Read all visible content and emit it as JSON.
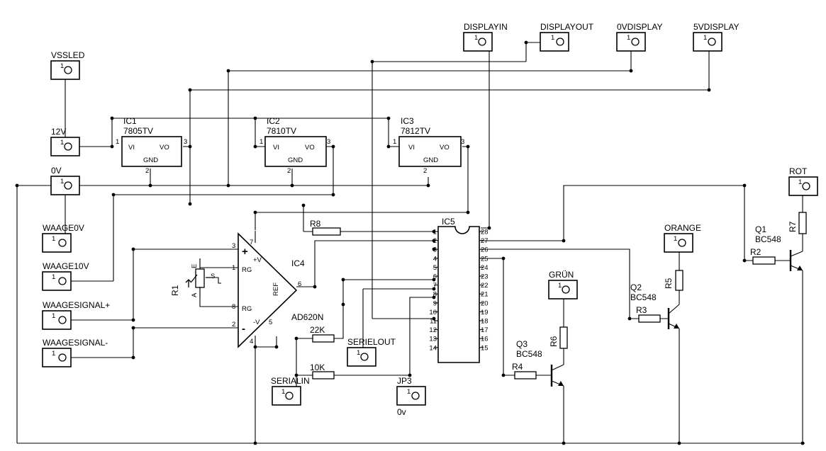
{
  "connectors": {
    "vssled": {
      "label": "VSSLED",
      "pin": "1"
    },
    "v12": {
      "label": "12V",
      "pin": "1"
    },
    "v0": {
      "label": "0V",
      "pin": "1"
    },
    "waage0v": {
      "label": "WAAGE0V",
      "pin": "1"
    },
    "waage10v": {
      "label": "WAAGE10V",
      "pin": "1"
    },
    "waagesigp": {
      "label": "WAAGESIGNAL+",
      "pin": "1"
    },
    "waagesigm": {
      "label": "WAAGESIGNAL-",
      "pin": "1"
    },
    "displayin": {
      "label": "DISPLAYIN",
      "pin": "1"
    },
    "displayout": {
      "label": "DISPLAYOUT",
      "pin": "1"
    },
    "v0display": {
      "label": "0VDISPLAY",
      "pin": "1"
    },
    "v5display": {
      "label": "5VDISPLAY",
      "pin": "1"
    },
    "rot": {
      "label": "ROT",
      "pin": "1"
    },
    "orange": {
      "label": "ORANGE",
      "pin": "1"
    },
    "gruen": {
      "label": "GRÜN",
      "pin": "1"
    },
    "serielout": {
      "label": "SERIELOUT",
      "pin": "1"
    },
    "serialin": {
      "label": "SERIALIN",
      "pin": "1"
    },
    "jp3": {
      "label": "JP3",
      "pin": "1",
      "note": "0v"
    }
  },
  "regulators": [
    {
      "ref": "IC1",
      "type": "7805TV",
      "vi": "VI",
      "vo": "VO",
      "gnd": "GND",
      "p1": "1",
      "p2": "2",
      "p3": "3"
    },
    {
      "ref": "IC2",
      "type": "7810TV",
      "vi": "VI",
      "vo": "VO",
      "gnd": "GND",
      "p1": "1",
      "p2": "2",
      "p3": "3"
    },
    {
      "ref": "IC3",
      "type": "7812TV",
      "vi": "VI",
      "vo": "VO",
      "gnd": "GND",
      "p1": "1",
      "p2": "2",
      "p3": "3"
    }
  ],
  "opamp": {
    "ref": "IC4",
    "type": "AD620N",
    "plus": "+",
    "minus": "-",
    "vplus": "+V",
    "vminus": "-V",
    "rg1": "RG",
    "rg2": "RG",
    "refpin": "REF",
    "p3": "3",
    "p1": "1",
    "p8": "8",
    "p2": "2",
    "p7": "7",
    "p4": "4",
    "p6": "6",
    "p5": "5"
  },
  "ic5": {
    "ref": "IC5",
    "left_pins": [
      "1",
      "2",
      "3",
      "4",
      "5",
      "6",
      "7",
      "8",
      "9",
      "10",
      "11",
      "12",
      "13",
      "14"
    ],
    "right_pins": [
      "28",
      "27",
      "26",
      "25",
      "24",
      "23",
      "22",
      "21",
      "20",
      "19",
      "18",
      "17",
      "16",
      "15"
    ]
  },
  "resistors": {
    "r1": "R1",
    "r1_a": "A",
    "r1_e": "E",
    "r1_s": "S",
    "r8": "R8",
    "r22k": "22K",
    "r10k": "10K",
    "r2": "R2",
    "r3": "R3",
    "r4": "R4",
    "r5": "R5",
    "r6": "R6",
    "r7": "R7"
  },
  "transistors": {
    "q1": {
      "ref": "Q1",
      "type": "BC548"
    },
    "q2": {
      "ref": "Q2",
      "type": "BC548"
    },
    "q3": {
      "ref": "Q3",
      "type": "BC548"
    }
  }
}
